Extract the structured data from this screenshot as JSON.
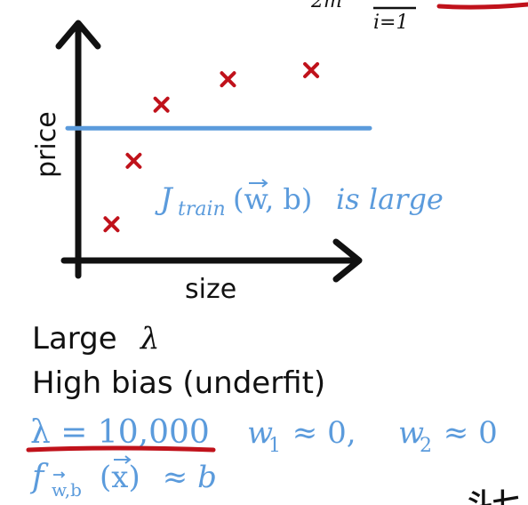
{
  "colors": {
    "axis": "#111111",
    "fit_line": "#5b9bdc",
    "marker": "#c0121b",
    "underline": "#c0121b",
    "text": "#111111",
    "blue_text": "#5b9bdc"
  },
  "formula_fragment": {
    "top": "2m",
    "bottom": "i=1"
  },
  "plot": {
    "y_axis_label": "price",
    "x_axis_label": "size",
    "annotation": {
      "J": "J",
      "sub": "train",
      "args": "(w, b)",
      "tail": "is large"
    }
  },
  "chart_data": {
    "type": "scatter",
    "points": [
      {
        "x": 0.12,
        "y": 0.2
      },
      {
        "x": 0.2,
        "y": 0.55
      },
      {
        "x": 0.3,
        "y": 0.86
      },
      {
        "x": 0.54,
        "y": 1.0
      },
      {
        "x": 0.84,
        "y": 1.05
      }
    ],
    "fit_line": {
      "type": "horizontal",
      "y": 0.73
    },
    "xlim": [
      0,
      1.0
    ],
    "ylim": [
      0,
      1.3
    ],
    "xlabel": "size",
    "ylabel": "price",
    "grid": false
  },
  "text": {
    "line1": "Large",
    "line1_symbol": "λ",
    "line2": "High bias (underfit)",
    "lambda_eq": "λ = 10,000",
    "weights_w": "w",
    "weights_1": "1",
    "weights_eq1": " ≈ 0, ",
    "weights_2": "2",
    "weights_eq2": " ≈ 0",
    "f_f": "f",
    "f_sub": "w,b",
    "f_arg": "(x)",
    "f_tail": " ≈ b"
  },
  "corner_text": "斗七"
}
